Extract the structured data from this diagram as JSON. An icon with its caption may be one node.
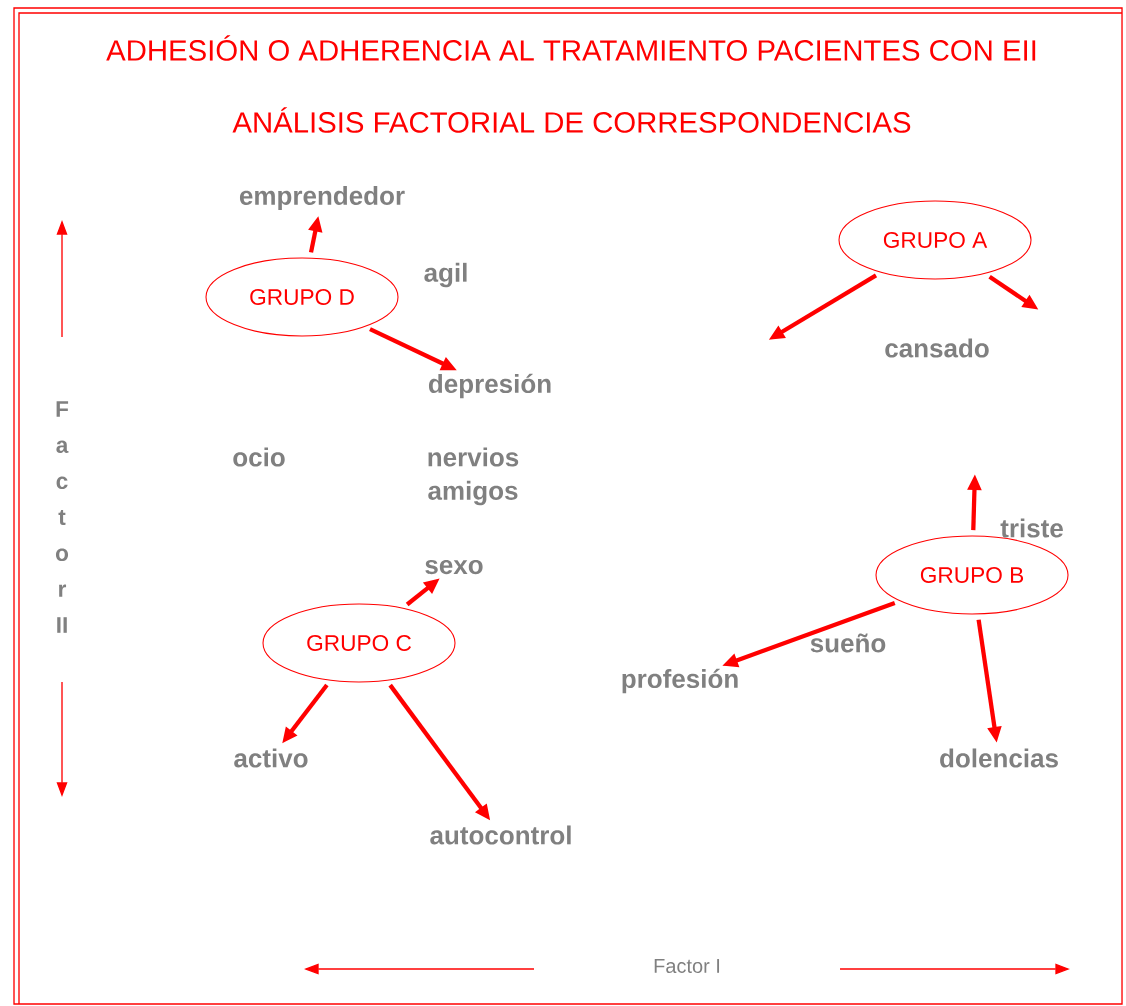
{
  "diagram": {
    "title": "ADHESIÓN O ADHERENCIA AL TRATAMIENTO PACIENTES CON EII",
    "nodes": [
      {
        "text": [
          "emprendedor"
        ]
      },
      {
        "text": [
          "GRUPO A"
        ]
      },
      {
        "text": [
          "GRUPO D"
        ]
      },
      {
        "text": [
          "depresión"
        ]
      },
      {
        "text": [
          "sexo"
        ]
      },
      {
        "text": [
          "GRUPO B"
        ]
      },
      {
        "text": [
          "GRUPO C"
        ]
      },
      {
        "text": [
          "profesión"
        ]
      },
      {
        "text": [
          "activo"
        ]
      },
      {
        "text": [
          "dolencias"
        ]
      },
      {
        "text": [
          "autocontrol"
        ]
      }
    ],
    "edges": [
      {
        "from": 2,
        "to": 0,
        "arrow": "to"
      },
      {
        "from": 2,
        "to": 3,
        "arrow": "to"
      },
      {
        "from": 1,
        "to": null,
        "arrow": "to"
      },
      {
        "from": 1,
        "to": null,
        "arrow": "to"
      },
      {
        "from": 6,
        "to": 4,
        "arrow": "to"
      },
      {
        "from": 6,
        "to": 8,
        "arrow": "to"
      },
      {
        "from": 6,
        "to": 10,
        "arrow": "to"
      },
      {
        "from": 5,
        "to": null,
        "arrow": "to"
      },
      {
        "from": 5,
        "to": 7,
        "arrow": "to"
      },
      {
        "from": 5,
        "to": 9,
        "arrow": "to"
      }
    ],
    "labels": [
      "ANÁLISIS FACTORIAL DE CORRESPONDENCIAS",
      "agil",
      "cansado",
      "ocio",
      "nervios",
      "amigos",
      "triste",
      "sueño",
      "F a c t o r II",
      "Factor I"
    ]
  }
}
